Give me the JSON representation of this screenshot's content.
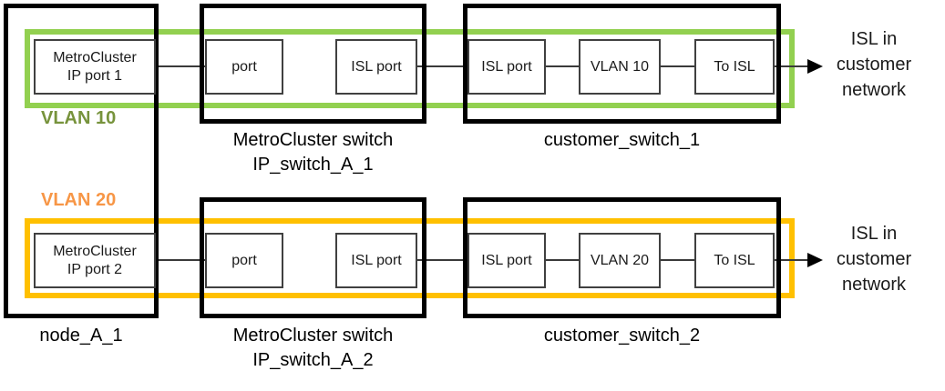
{
  "node": {
    "label": "node_A_1",
    "port1": "MetroCluster\nIP port 1",
    "port2": "MetroCluster\nIP port 2"
  },
  "vlan10": {
    "label": "VLAN 10",
    "line_color": "#92D050",
    "text_color": "#77933C"
  },
  "vlan20": {
    "label": "VLAN 20",
    "line_color": "#FFC000",
    "text_color": "#F79646"
  },
  "mc_switch_1": {
    "label": "MetroCluster switch\nIP_switch_A_1",
    "port": "port",
    "isl_port": "ISL port"
  },
  "mc_switch_2": {
    "label": "MetroCluster switch\nIP_switch_A_2",
    "port": "port",
    "isl_port": "ISL port"
  },
  "customer_switch_1": {
    "label": "customer_switch_1",
    "isl_port": "ISL port",
    "vlan": "VLAN 10",
    "to_isl": "To ISL"
  },
  "customer_switch_2": {
    "label": "customer_switch_2",
    "isl_port": "ISL port",
    "vlan": "VLAN 20",
    "to_isl": "To ISL"
  },
  "isl_note_1": "ISL in\ncustomer\nnetwork",
  "isl_note_2": "ISL in\ncustomer\nnetwork"
}
